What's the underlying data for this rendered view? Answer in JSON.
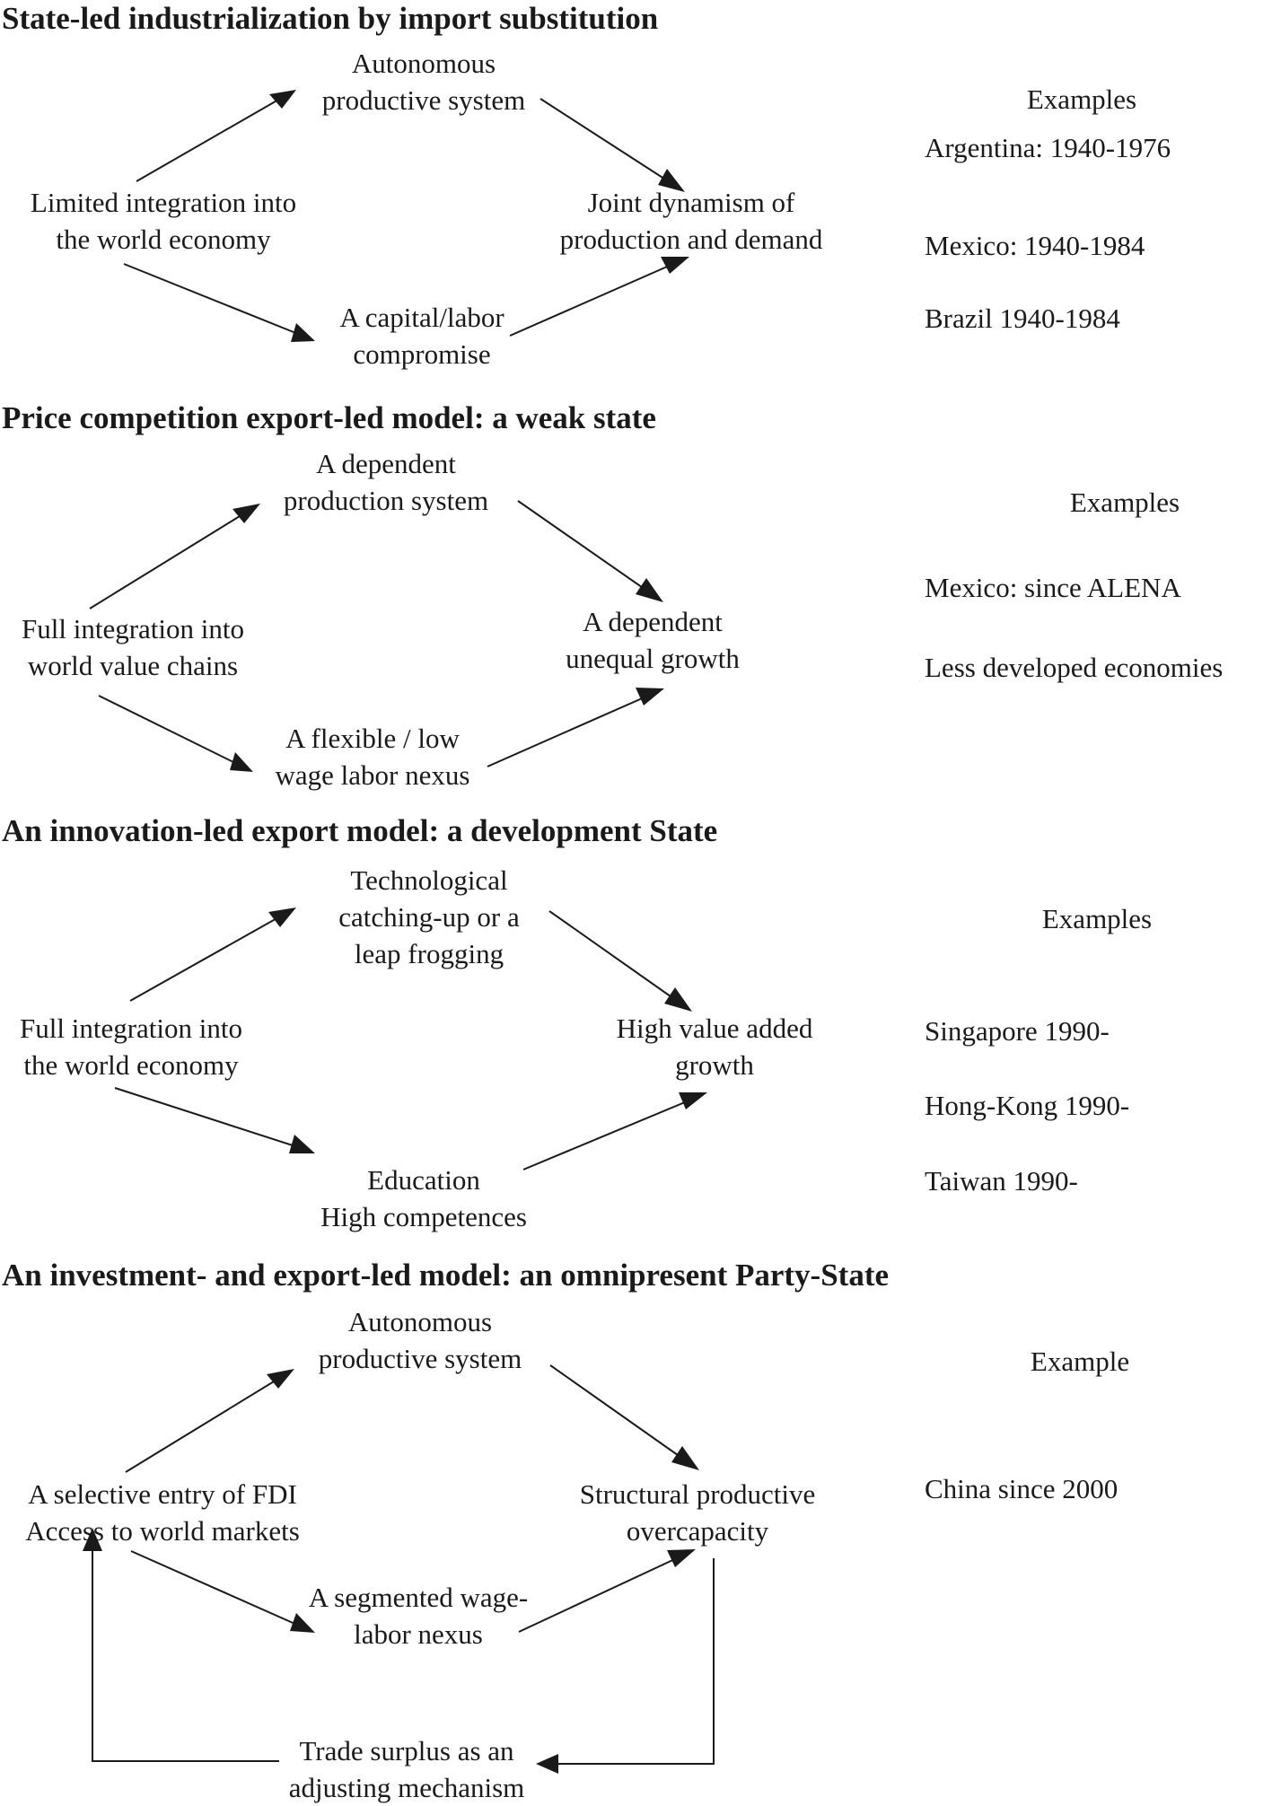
{
  "sections": [
    {
      "title": "State-led industrialization by import substitution",
      "nodes": {
        "left": [
          "Limited integration into",
          "the world economy"
        ],
        "top": [
          "Autonomous",
          "productive system"
        ],
        "right": [
          "Joint dynamism of",
          "production and demand"
        ],
        "bottom": [
          "A capital/labor",
          "compromise"
        ]
      },
      "examples_heading": "Examples",
      "examples": [
        "Argentina: 1940-1976",
        "Mexico: 1940-1984",
        "Brazil 1940-1984"
      ]
    },
    {
      "title": "Price competition export-led model: a weak state",
      "nodes": {
        "left": [
          "Full integration into",
          "world value chains"
        ],
        "top": [
          "A dependent",
          "production system"
        ],
        "right": [
          "A dependent",
          "unequal growth"
        ],
        "bottom": [
          "A flexible / low",
          "wage labor nexus"
        ]
      },
      "examples_heading": "Examples",
      "examples": [
        "Mexico: since ALENA",
        "Less developed economies"
      ]
    },
    {
      "title": "An innovation-led export model: a development State",
      "nodes": {
        "left": [
          "Full integration into",
          "the world economy"
        ],
        "top": [
          "Technological",
          "catching-up or a",
          "leap frogging"
        ],
        "right": [
          "High value added",
          "growth"
        ],
        "bottom": [
          "Education",
          "High competences"
        ]
      },
      "examples_heading": "Examples",
      "examples": [
        "Singapore 1990-",
        "Hong-Kong 1990-",
        "Taiwan 1990-"
      ]
    },
    {
      "title": "An investment- and export-led model: an omnipresent Party-State",
      "nodes": {
        "left": [
          "A selective entry of FDI",
          "Access to world markets"
        ],
        "top": [
          "Autonomous",
          "productive system"
        ],
        "right": [
          "Structural productive",
          "overcapacity"
        ],
        "bottom": [
          "A segmented wage-",
          "labor nexus"
        ],
        "feedback": [
          "Trade surplus as an",
          "adjusting mechanism"
        ]
      },
      "examples_heading": "Example",
      "examples": [
        "China since 2000"
      ]
    }
  ]
}
